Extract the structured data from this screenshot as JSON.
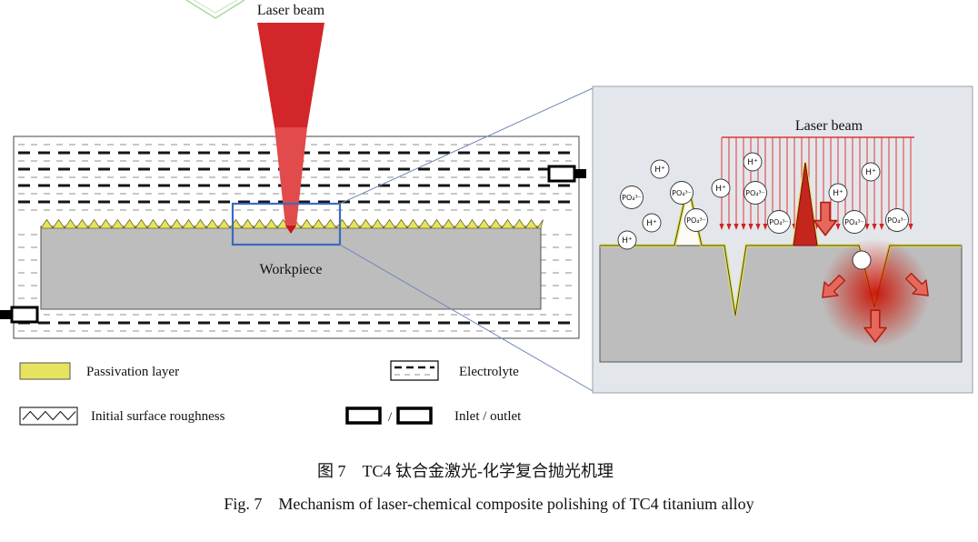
{
  "figure": {
    "caption_zh": "图 7　TC4 钛合金激光-化学复合抛光机理",
    "caption_en": "Fig. 7　Mechanism of laser-chemical composite polishing of TC4 titanium alloy"
  },
  "main_view": {
    "laser_beam_label": "Laser beam",
    "workpiece_label": "Workpiece"
  },
  "inset_view": {
    "laser_beam_label": "Laser beam",
    "ion_h": "H⁺",
    "ion_po4": "PO₄³⁻"
  },
  "legend": {
    "passivation_label": "Passivation layer",
    "roughness_label": "Initial surface roughness",
    "electrolyte_label": "Electrolyte",
    "inlet_outlet_label": "Inlet / outlet",
    "separator": "/"
  },
  "colors": {
    "laser_red": "#d3262a",
    "laser_red_light": "#e14b4b",
    "passivation_yellow": "#e8e35e",
    "workpiece_gray": "#bdbdbd",
    "inset_background": "#e3e7eb",
    "highlight_blue": "#3a6abf"
  }
}
